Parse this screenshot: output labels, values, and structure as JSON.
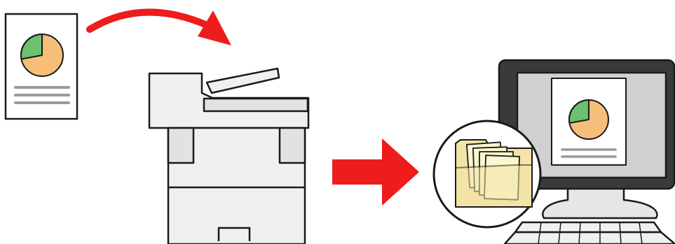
{
  "diagram": {
    "steps": [
      {
        "id": "original-document",
        "icon": "document-with-pie-chart-icon"
      },
      {
        "id": "feed-arrow",
        "icon": "curved-arrow-icon"
      },
      {
        "id": "multifunction-printer",
        "icon": "scanner-printer-icon"
      },
      {
        "id": "send-arrow",
        "icon": "right-arrow-icon"
      },
      {
        "id": "shared-folder",
        "icon": "folder-icon"
      },
      {
        "id": "computer",
        "icon": "desktop-computer-icon"
      }
    ],
    "colors": {
      "arrow": "#ee1c1c",
      "outline": "#1a1a1a",
      "paper": "#ffffff",
      "pie_main": "#f6be78",
      "pie_slice": "#6cc070",
      "text_lines": "#9a9a9a",
      "machine_body": "#f0f0f0",
      "machine_panel": "#e2e2e2",
      "monitor_frame": "#3a3a3a",
      "monitor_screen": "#d0d0d0",
      "folder": "#f3e4a6",
      "folder_paper": "#fbf6cf"
    }
  }
}
